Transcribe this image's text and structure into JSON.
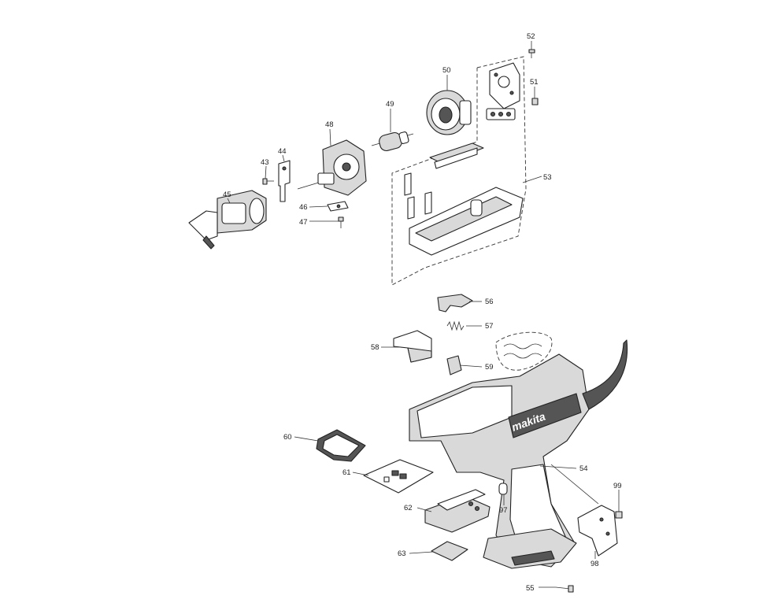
{
  "diagram": {
    "brand_mark": "makita",
    "callouts": [
      {
        "id": "p52",
        "text": "52"
      },
      {
        "id": "p51",
        "text": "51"
      },
      {
        "id": "p50",
        "text": "50"
      },
      {
        "id": "p49",
        "text": "49"
      },
      {
        "id": "p48",
        "text": "48"
      },
      {
        "id": "p44",
        "text": "44"
      },
      {
        "id": "p43",
        "text": "43"
      },
      {
        "id": "p45",
        "text": "45"
      },
      {
        "id": "p46",
        "text": "46"
      },
      {
        "id": "p47",
        "text": "47"
      },
      {
        "id": "p53",
        "text": "53"
      },
      {
        "id": "p56",
        "text": "56"
      },
      {
        "id": "p57",
        "text": "57"
      },
      {
        "id": "p58",
        "text": "58"
      },
      {
        "id": "p59",
        "text": "59"
      },
      {
        "id": "p60",
        "text": "60"
      },
      {
        "id": "p61",
        "text": "61"
      },
      {
        "id": "p54",
        "text": "54"
      },
      {
        "id": "p99",
        "text": "99"
      },
      {
        "id": "p62",
        "text": "62"
      },
      {
        "id": "p97",
        "text": "97"
      },
      {
        "id": "p98",
        "text": "98"
      },
      {
        "id": "p63",
        "text": "63"
      },
      {
        "id": "p55",
        "text": "55"
      }
    ]
  }
}
